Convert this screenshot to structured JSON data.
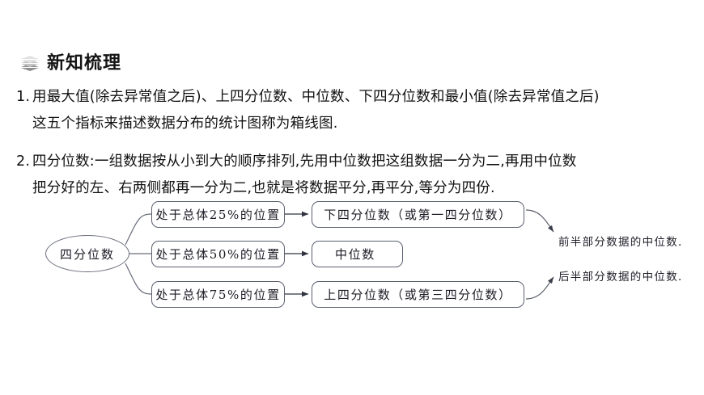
{
  "header": {
    "icon": "layers-icon",
    "title": "新知梳理"
  },
  "content": {
    "paragraphs": [
      {
        "number": "1.",
        "lines": [
          "用最大值(除去异常值之后)、上四分位数、中位数、下四分位数和最小值(除去异常值之后)",
          "这五个指标来描述数据分布的统计图称为箱线图."
        ]
      },
      {
        "number": "2.",
        "lines": [
          "四分位数:一组数据按从小到大的顺序排列,先用中位数把这组数据一分为二,再用中位数",
          "把分好的左、右两侧都再一分为二,也就是将数据平分,再平分,等分为四份."
        ]
      }
    ]
  },
  "diagram": {
    "root": {
      "label": "四分位数"
    },
    "positions": [
      {
        "label": "处于总体25%的位置"
      },
      {
        "label": "处于总体50%的位置"
      },
      {
        "label": "处于总体75%的位置"
      }
    ],
    "results": [
      {
        "label": "下四分位数（或第一四分位数）"
      },
      {
        "label": "中位数"
      },
      {
        "label": "上四分位数（或第三四分位数）"
      }
    ],
    "annotations": [
      {
        "label": "前半部分数据的中位数."
      },
      {
        "label": "后半部分数据的中位数."
      }
    ],
    "colors": {
      "stroke": "#5c6070",
      "text": "#1b1b24",
      "background": "#ffffff"
    }
  }
}
